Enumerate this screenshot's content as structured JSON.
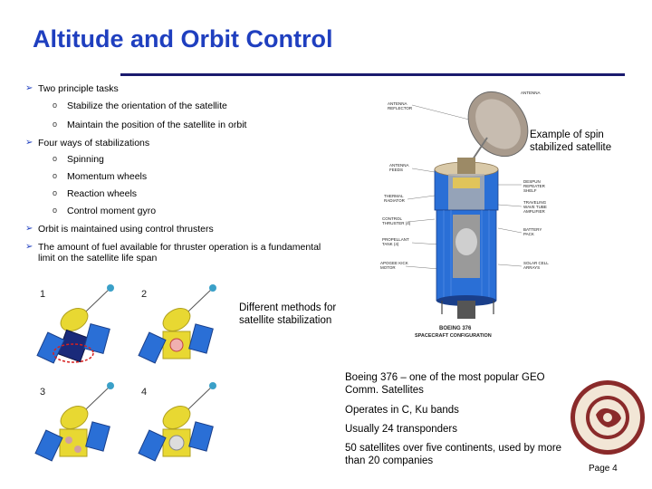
{
  "title": "Altitude and Orbit Control",
  "bullets": [
    {
      "text": "Two principle tasks",
      "sub": [
        "Stabilize the orientation of the satellite",
        "Maintain the position of the satellite in orbit"
      ]
    },
    {
      "text": "Four ways of stabilizations",
      "sub": [
        "Spinning",
        "Momentum wheels",
        "Reaction wheels",
        "Control moment gyro"
      ]
    },
    {
      "text": "Orbit is maintained using control thrusters",
      "sub": []
    },
    {
      "text": "The amount of fuel available for thruster operation is a fundamental",
      "text2": "limit on the satellite life span",
      "sub": []
    }
  ],
  "captions": {
    "spin_example": [
      "Example of spin",
      "stabilized satellite"
    ],
    "methods": [
      "Different methods for",
      "satellite stabilization"
    ],
    "boeing": [
      "Boeing 376 – one of the most popular GEO",
      "Comm. Satellites"
    ],
    "bands": "Operates in C, Ku bands",
    "transponders": "Usually 24 transponders",
    "coverage": [
      "50 satellites over five continents, used by more",
      "than 20 companies"
    ]
  },
  "diagram_labels": {
    "n1": "1",
    "n2": "2",
    "n3": "3",
    "n4": "4",
    "antenna": "ANTENNA",
    "antenna_reflector": [
      "ANTENNA",
      "REFLECTOR"
    ],
    "antenna_feeds": [
      "ANTENNA",
      "FEEDS"
    ],
    "despun_shelf": [
      "DESPUN",
      "REPEATER",
      "SHELF"
    ],
    "thermal_radiator": [
      "THERMAL",
      "RADIATOR"
    ],
    "twta": [
      "TRAVELING",
      "WAVE TUBE",
      "AMPLIFIER"
    ],
    "control_thruster": [
      "CONTROL",
      "THRUSTER (4)"
    ],
    "battery_pack": [
      "BATTERY",
      "PACK"
    ],
    "propellant_tank": [
      "PROPELLANT",
      "TANK (4)"
    ],
    "apogee_motor": [
      "APOGEE KICK",
      "MOTOR"
    ],
    "solar_arrays": [
      "SOLAR CELL",
      "ARRAYS"
    ],
    "boeing_caption": [
      "BOEING 376",
      "SPACECRAFT CONFIGURATION"
    ]
  },
  "page": "Page 4",
  "colors": {
    "title": "#1f3fbf",
    "rule": "#1a1a6e",
    "satellite_blue": "#2a6fd6",
    "dish": "#e8d832"
  },
  "icons": {
    "bullet": "arrow-bullet-icon",
    "sub_bullet": "circle-bullet-icon",
    "seal": "university-seal-icon"
  }
}
